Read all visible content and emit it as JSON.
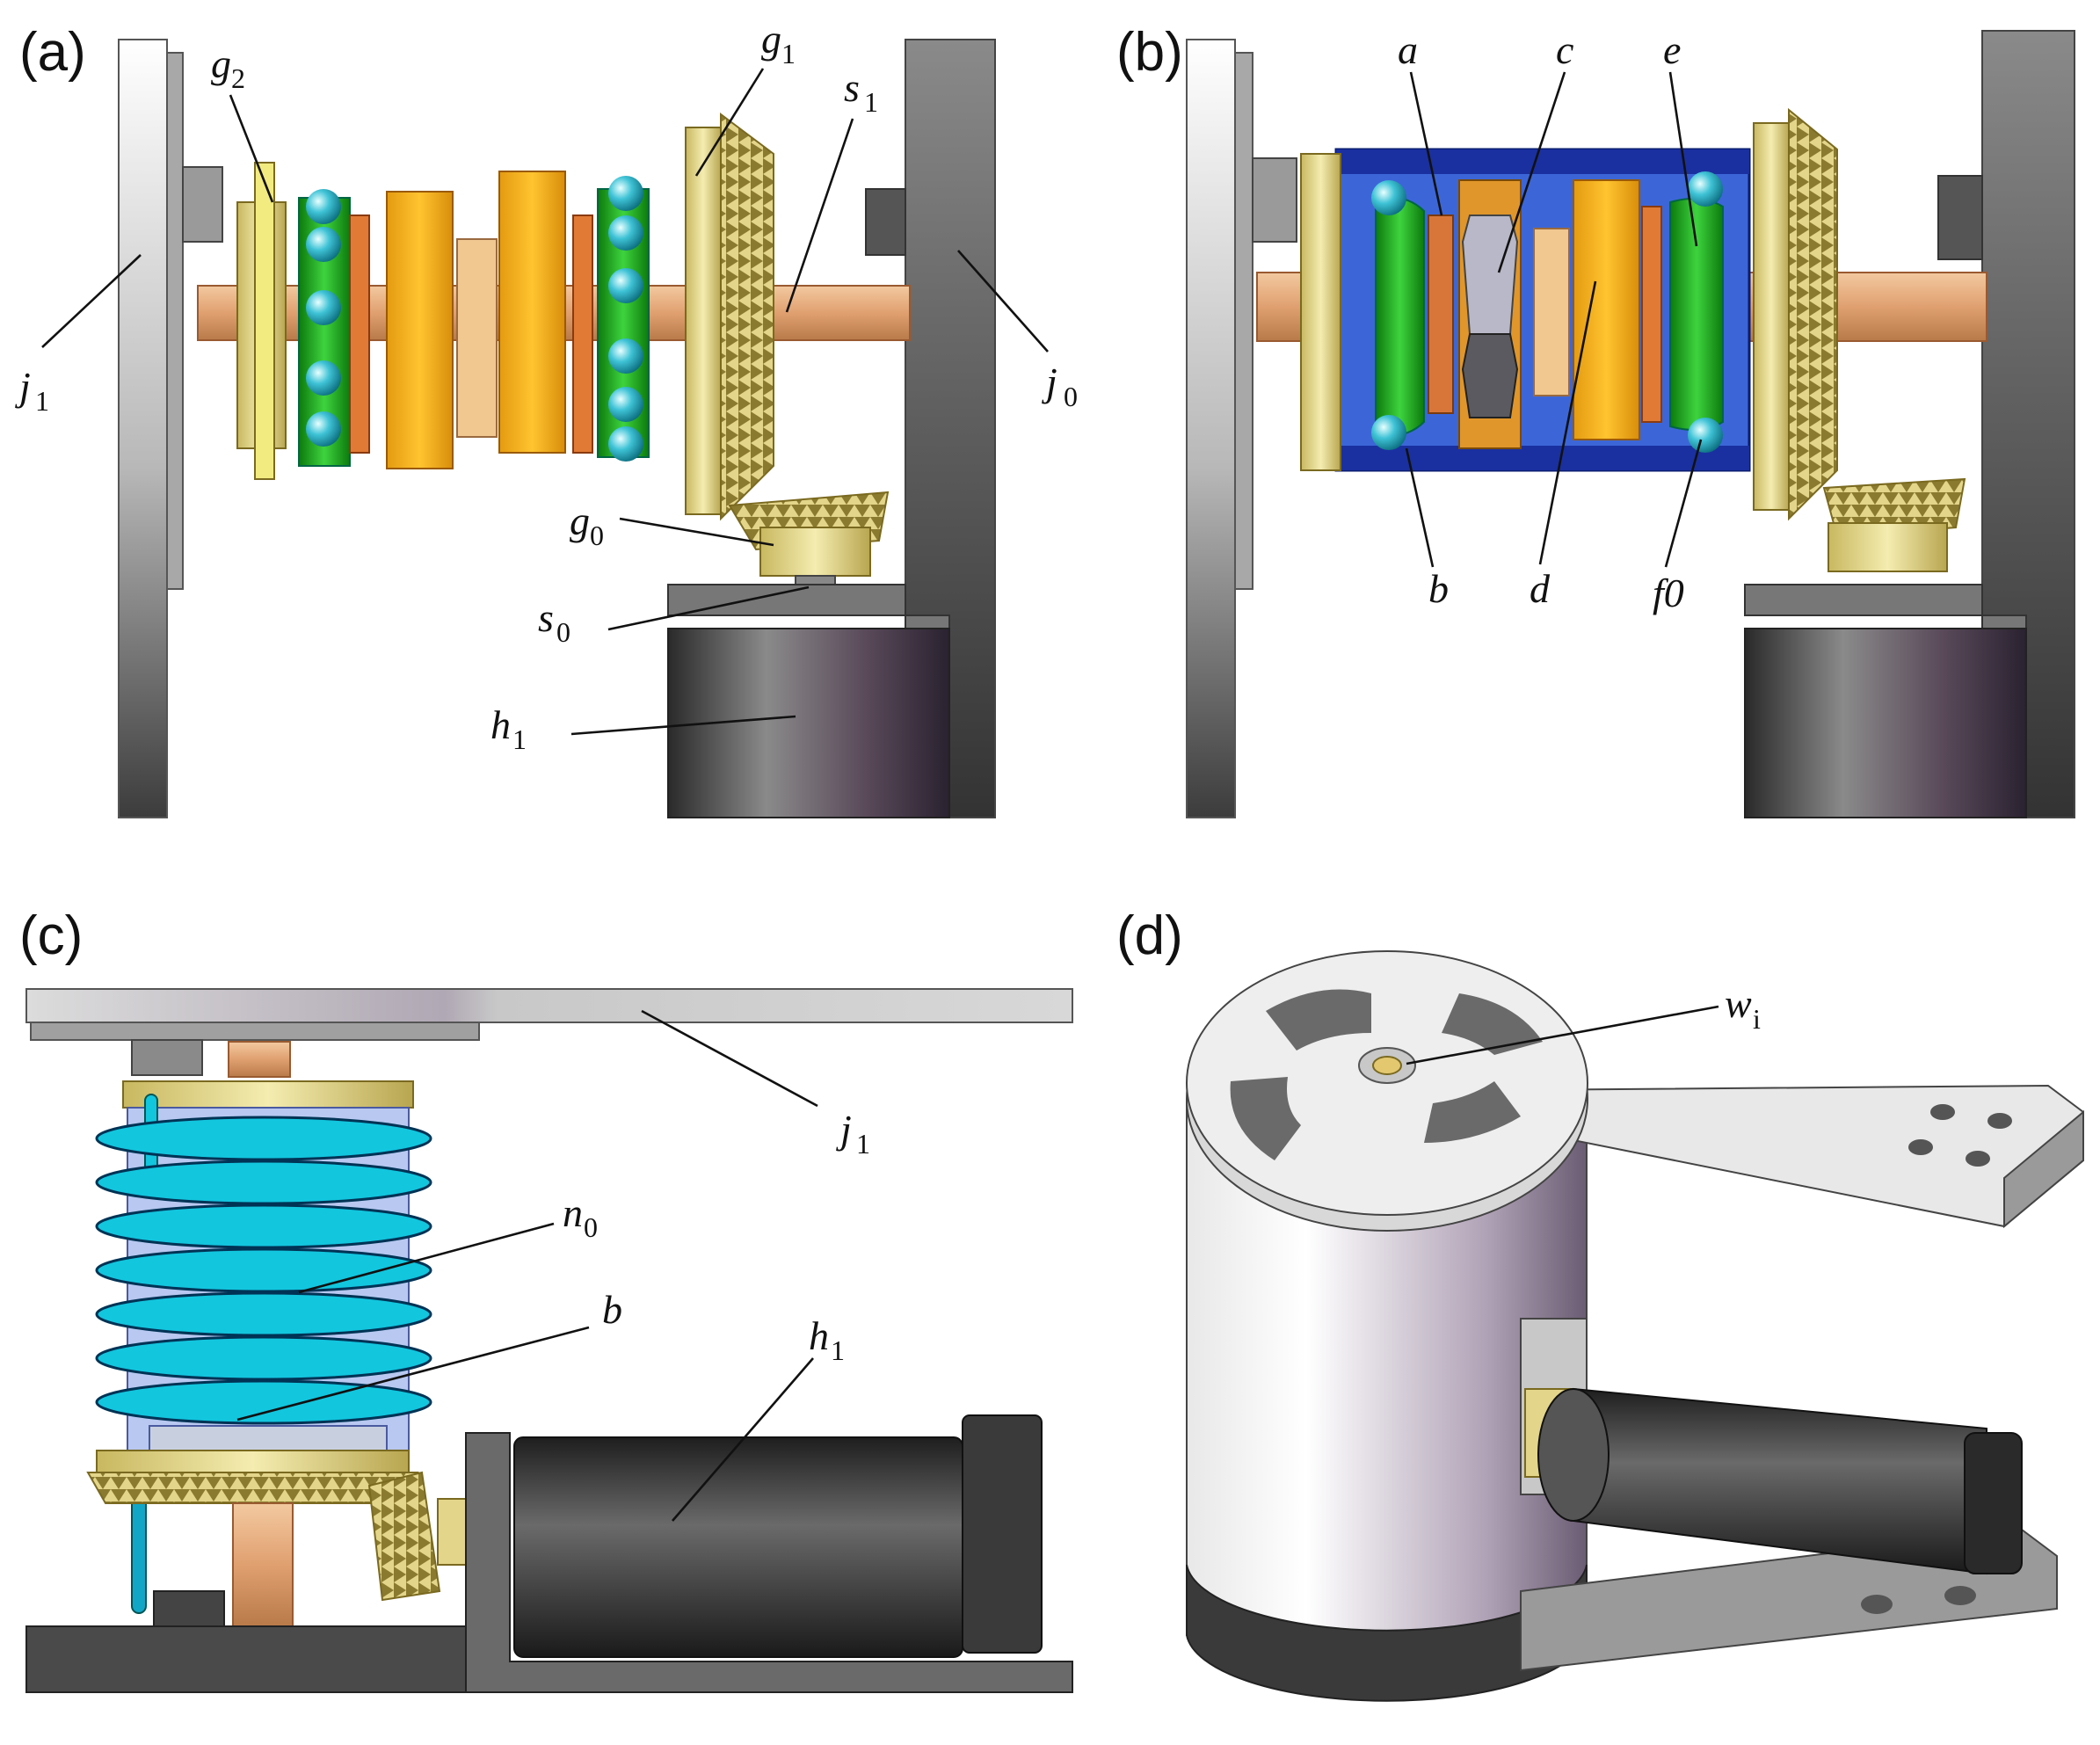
{
  "panels": {
    "a": {
      "tag": "(a)",
      "labels": {
        "g2": {
          "base": "g",
          "sub": "2"
        },
        "g1": {
          "base": "g",
          "sub": "1"
        },
        "s1": {
          "base": "s",
          "sub": "1"
        },
        "j1": {
          "base": "j",
          "sub": "1"
        },
        "j0": {
          "base": "j",
          "sub": "0"
        },
        "g0": {
          "base": "g",
          "sub": "0"
        },
        "s0": {
          "base": "s",
          "sub": "0"
        },
        "h1": {
          "base": "h",
          "sub": "1"
        }
      }
    },
    "b": {
      "tag": "(b)",
      "labels": {
        "a": "a",
        "c": "c",
        "e": "e",
        "b": "b",
        "d": "d",
        "f0": "f0"
      }
    },
    "c": {
      "tag": "(c)",
      "labels": {
        "j1": {
          "base": "j",
          "sub": "1"
        },
        "n0": {
          "base": "n",
          "sub": "0"
        },
        "b": "b",
        "h1": {
          "base": "h",
          "sub": "1"
        }
      }
    },
    "d": {
      "tag": "(d)",
      "labels": {
        "wi": {
          "base": "w",
          "sub": "i"
        }
      }
    }
  },
  "colors": {
    "bearing_ball": "#3fc3d6",
    "cage_green": "#19a319",
    "copper": "#e08a45",
    "gold": "#f2b21a",
    "brass_gear": "#e3d58a",
    "housing_blue": "#2848c8",
    "spring_cyan": "#12c6de",
    "motor_dark": "#3a3a40",
    "frame_grey": "#9a9a9a"
  }
}
